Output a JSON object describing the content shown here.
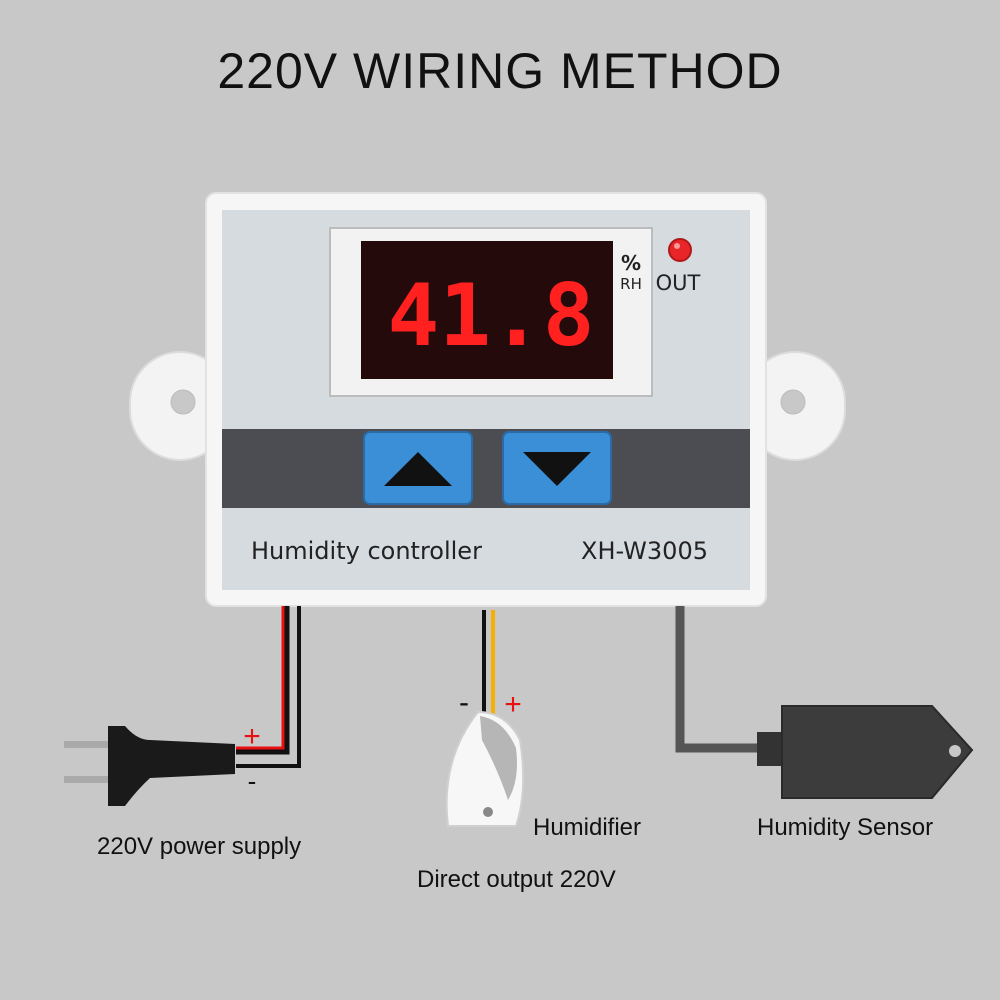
{
  "title": "220V WIRING METHOD",
  "controller": {
    "display_value": "41.8",
    "unit_top": "%",
    "unit_bottom": "RH",
    "out_label": "OUT",
    "name": "Humidity controller",
    "model": "XH-W3005",
    "buttons": [
      "up-arrow-icon",
      "down-arrow-icon"
    ],
    "led_color": "#e8262a",
    "display_color": "#ff2020",
    "button_color": "#3a8fd6"
  },
  "labels": {
    "power": "220V power supply",
    "humidifier": "Humidifier",
    "direct_output": "Direct output 220V",
    "sensor": "Humidity Sensor"
  },
  "polarity": {
    "power_plus": "+",
    "power_minus": "-",
    "hum_minus": "-",
    "hum_plus": "+"
  }
}
